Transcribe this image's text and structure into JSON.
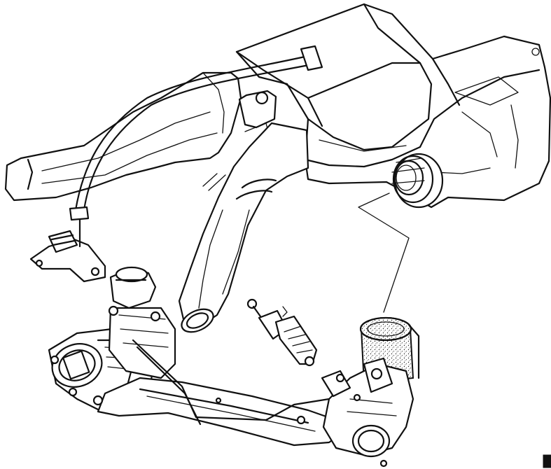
{
  "figure": {
    "kind": "line-art exploded view of an engine air intake assembly",
    "colors": {
      "ink": "#111111",
      "paper": "#ffffff"
    },
    "parts": [
      "air-cleaner-housing",
      "air-inlet-duct",
      "intake-hose-tube",
      "vacuum-hose",
      "pressure-sensor",
      "throttle-body",
      "idle-control-valve",
      "air-filter-element",
      "intake-manifold-rail",
      "leader-line"
    ]
  }
}
